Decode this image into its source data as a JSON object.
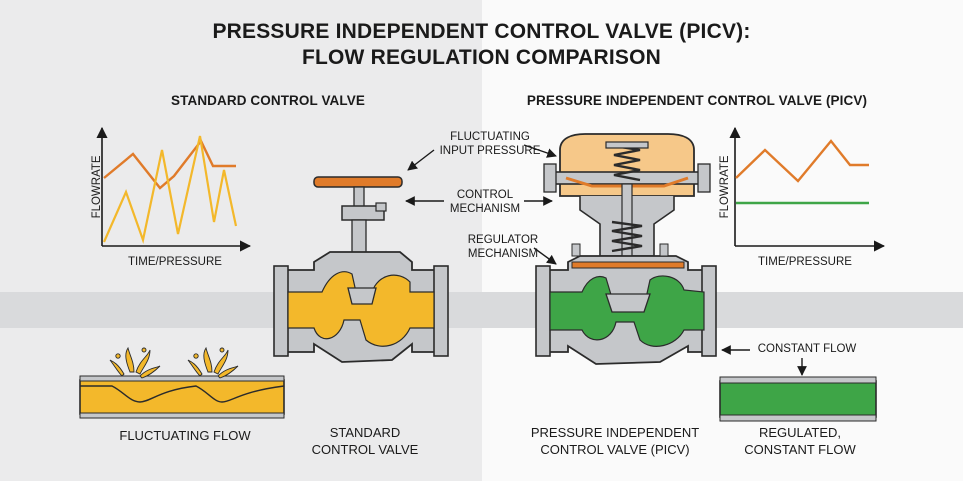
{
  "title": {
    "line1": "PRESSURE INDEPENDENT CONTROL VALVE (PICV):",
    "line2": "FLOW REGULATION COMPARISON"
  },
  "left": {
    "heading": "STANDARD CONTROL VALVE",
    "chart": {
      "ylabel": "FLOWRATE",
      "xlabel": "TIME/PRESSURE"
    },
    "pipe_caption": "FLUCTUATING FLOW",
    "valve_caption_line1": "STANDARD",
    "valve_caption_line2": "CONTROL VALVE"
  },
  "right": {
    "heading": "PRESSURE INDEPENDENT CONTROL VALVE (PICV)",
    "chart": {
      "ylabel": "FLOWRATE",
      "xlabel": "TIME/PRESSURE"
    },
    "valve_caption_line1": "PRESSURE INDEPENDENT",
    "valve_caption_line2": "CONTROL VALVE (PICV)",
    "pipe_caption_line1": "REGULATED,",
    "pipe_caption_line2": "CONSTANT FLOW"
  },
  "callouts": {
    "fluct_line1": "FLUCTUATING",
    "fluct_line2": "INPUT PRESSURE",
    "control_line1": "CONTROL",
    "control_line2": "MECHANISM",
    "regulator_line1": "REGULATOR",
    "regulator_line2": "MECHANISM",
    "constant_flow": "CONSTANT FLOW"
  },
  "colors": {
    "orange": "#e07b2a",
    "yellow": "#f3b82b",
    "green": "#3ea547",
    "peach": "#f6c889",
    "steel": "#c5c7ca",
    "outline": "#2b2b2b"
  }
}
